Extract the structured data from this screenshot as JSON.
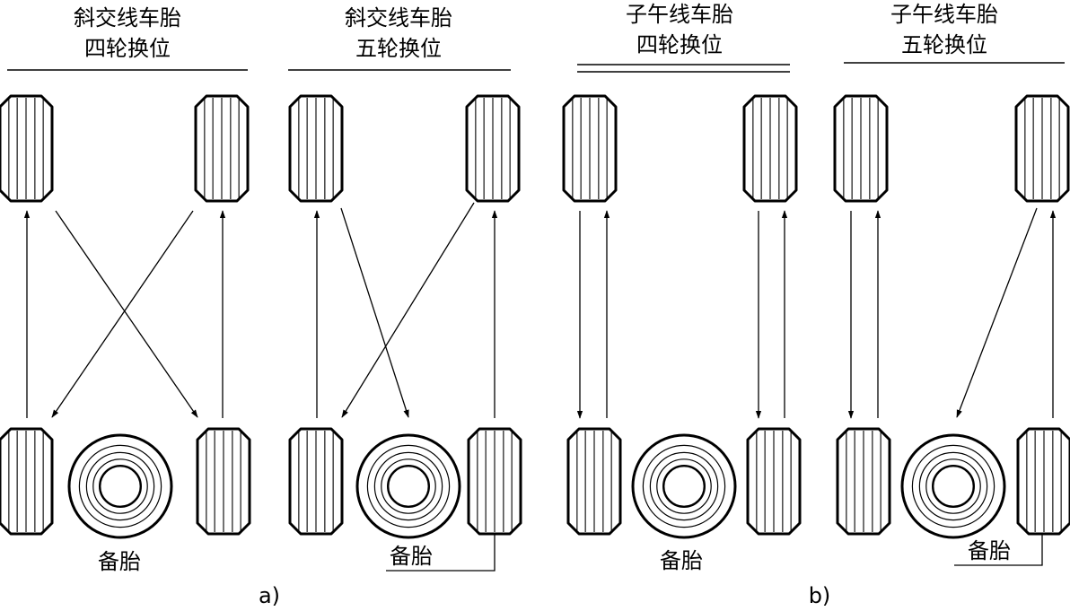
{
  "diagrams": [
    {
      "title_line1": "斜交线车胎",
      "title_line2": "四轮换位",
      "spare_label": "备胎"
    },
    {
      "title_line1": "斜交线车胎",
      "title_line2": "五轮换位",
      "spare_label": "备胎"
    },
    {
      "title_line1": "子午线车胎",
      "title_line2": "四轮换位",
      "spare_label": "备胎"
    },
    {
      "title_line1": "子午线车胎",
      "title_line2": "五轮换位",
      "spare_label": "备胎"
    }
  ],
  "captions": {
    "a": "a)",
    "b": "b)"
  }
}
